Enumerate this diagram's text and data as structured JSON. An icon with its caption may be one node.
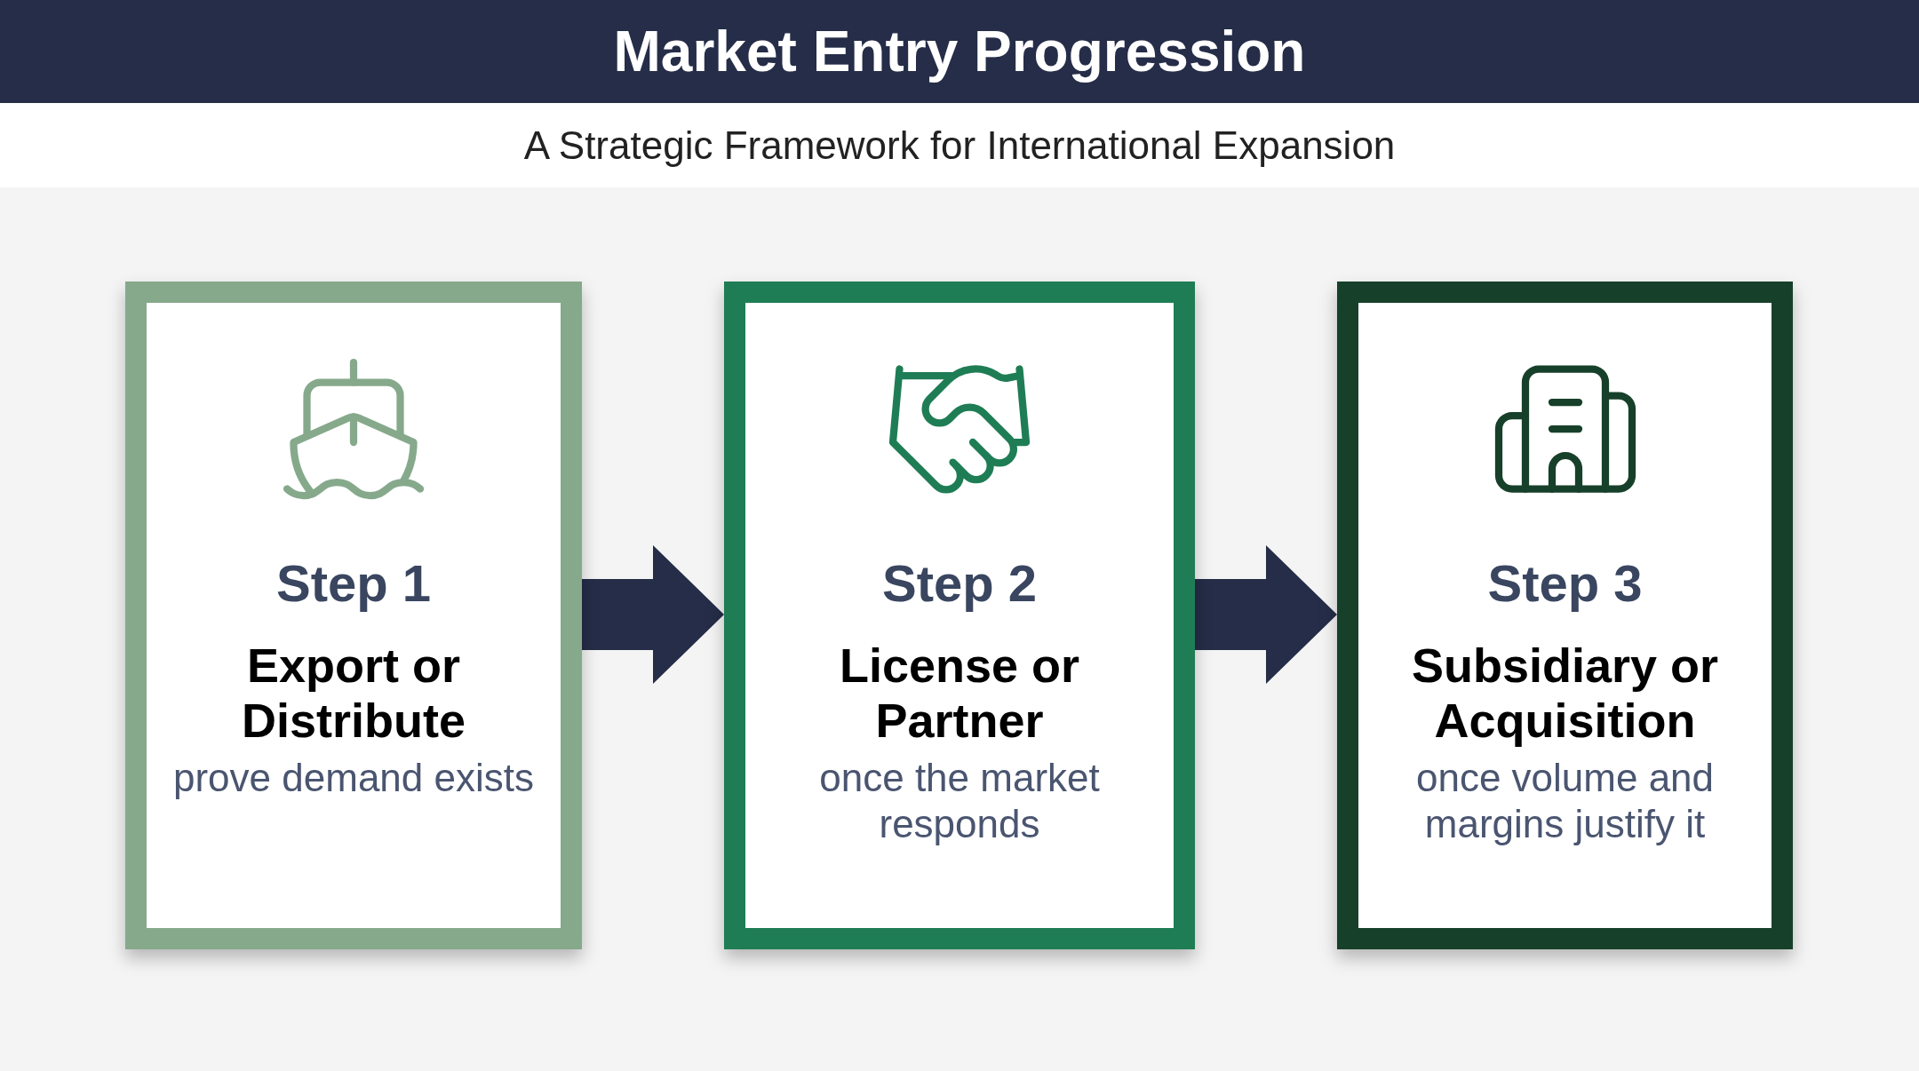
{
  "diagram": {
    "title": "Market Entry Progression",
    "caption": "A Strategic Framework for International Expansion",
    "nodes": [
      {
        "text": [
          "Step 1",
          "Export or Distribute",
          "prove demand exists"
        ]
      },
      {
        "text": [
          "Step 2",
          "License or Partner",
          "once the market responds"
        ]
      },
      {
        "text": [
          "Step 3",
          "Subsidiary or Acquisition",
          "once volume and margins justify it"
        ]
      }
    ],
    "edges": [
      {
        "from": 0,
        "to": 1,
        "arrow": "to"
      },
      {
        "from": 1,
        "to": 2,
        "arrow": "to"
      }
    ]
  }
}
